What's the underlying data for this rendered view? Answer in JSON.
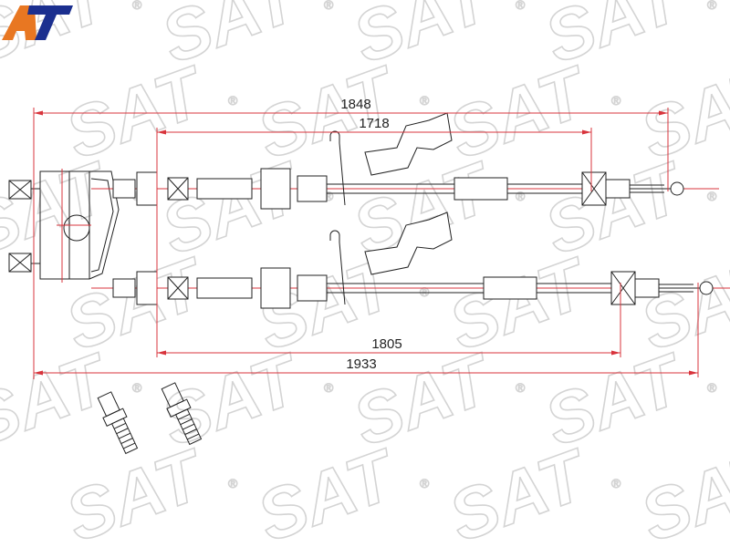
{
  "watermark": {
    "text": "SAT",
    "mark": "®"
  },
  "logo": {
    "text": "AT",
    "colors": {
      "a": "#e87722",
      "t": "#1b2f8f"
    }
  },
  "dimensions": {
    "upper_total": "1848",
    "upper_inner": "1718",
    "lower_inner": "1805",
    "lower_total": "1933"
  },
  "colors": {
    "dimension_line": "#d8343c",
    "drawing": "#222222",
    "watermark": "#d4d4d4"
  }
}
